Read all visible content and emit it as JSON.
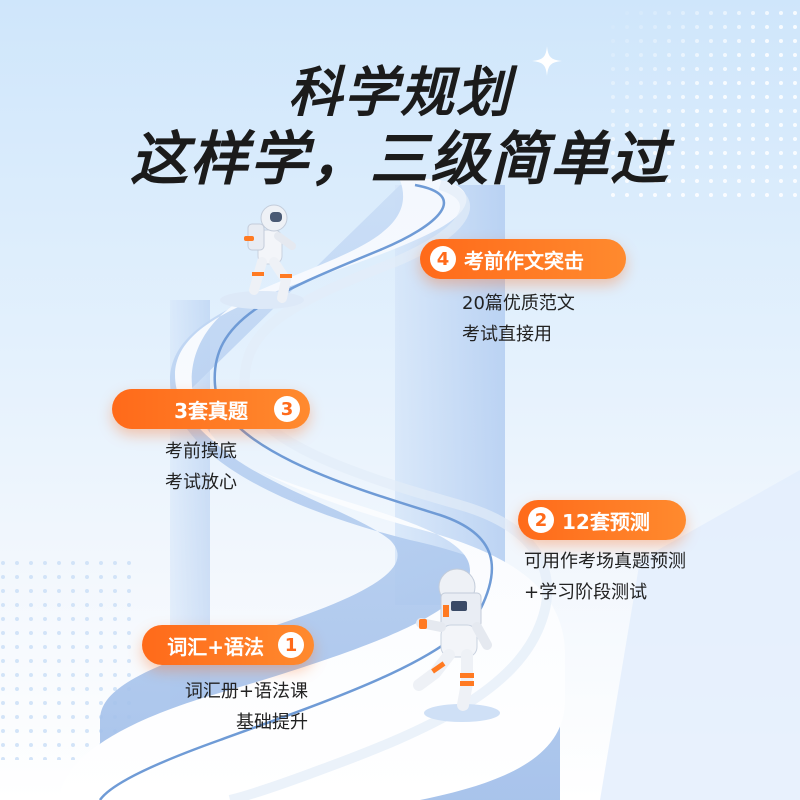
{
  "title": {
    "line1": "科学规划",
    "line2": "这样学，三级简单过"
  },
  "steps": [
    {
      "number": "4",
      "label": "考前作文突击",
      "lines": [
        "20篇优质范文",
        "考试直接用"
      ]
    },
    {
      "number": "3",
      "label": "3套真题",
      "lines": [
        "考前摸底",
        "考试放心"
      ]
    },
    {
      "number": "2",
      "label": "12套预测",
      "lines": [
        "可用作考场真题预测",
        "+学习阶段测试"
      ]
    },
    {
      "number": "1",
      "label": "词汇+语法",
      "lines": [
        "词汇册+语法课",
        "基础提升"
      ]
    }
  ],
  "colors": {
    "accent": "#ff6a1a",
    "road": "#ffffff",
    "road_side": "#a9c7ee",
    "title": "#1b1b1b"
  },
  "icons": [
    "sparkle-icon",
    "astronaut-icon"
  ]
}
